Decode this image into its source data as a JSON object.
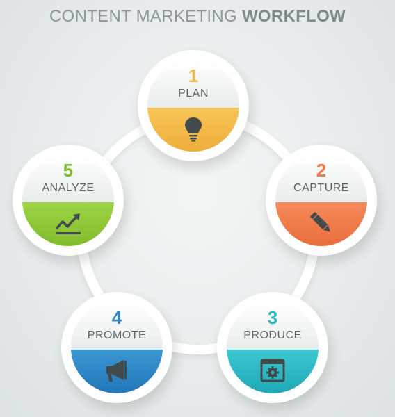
{
  "title": {
    "light": "CONTENT MARKETING",
    "bold": "WORKFLOW"
  },
  "steps": [
    {
      "number": "1",
      "label": "PLAN",
      "color": "#f2b54a",
      "icon": "lightbulb-icon"
    },
    {
      "number": "2",
      "label": "CAPTURE",
      "color": "#f07a4a",
      "icon": "pencil-icon"
    },
    {
      "number": "3",
      "label": "PRODUCE",
      "color": "#2bb7c4",
      "icon": "gear-window-icon"
    },
    {
      "number": "4",
      "label": "PROMOTE",
      "color": "#2d86c6",
      "icon": "megaphone-icon"
    },
    {
      "number": "5",
      "label": "ANALYZE",
      "color": "#8fc63a",
      "icon": "trend-chart-icon"
    }
  ]
}
